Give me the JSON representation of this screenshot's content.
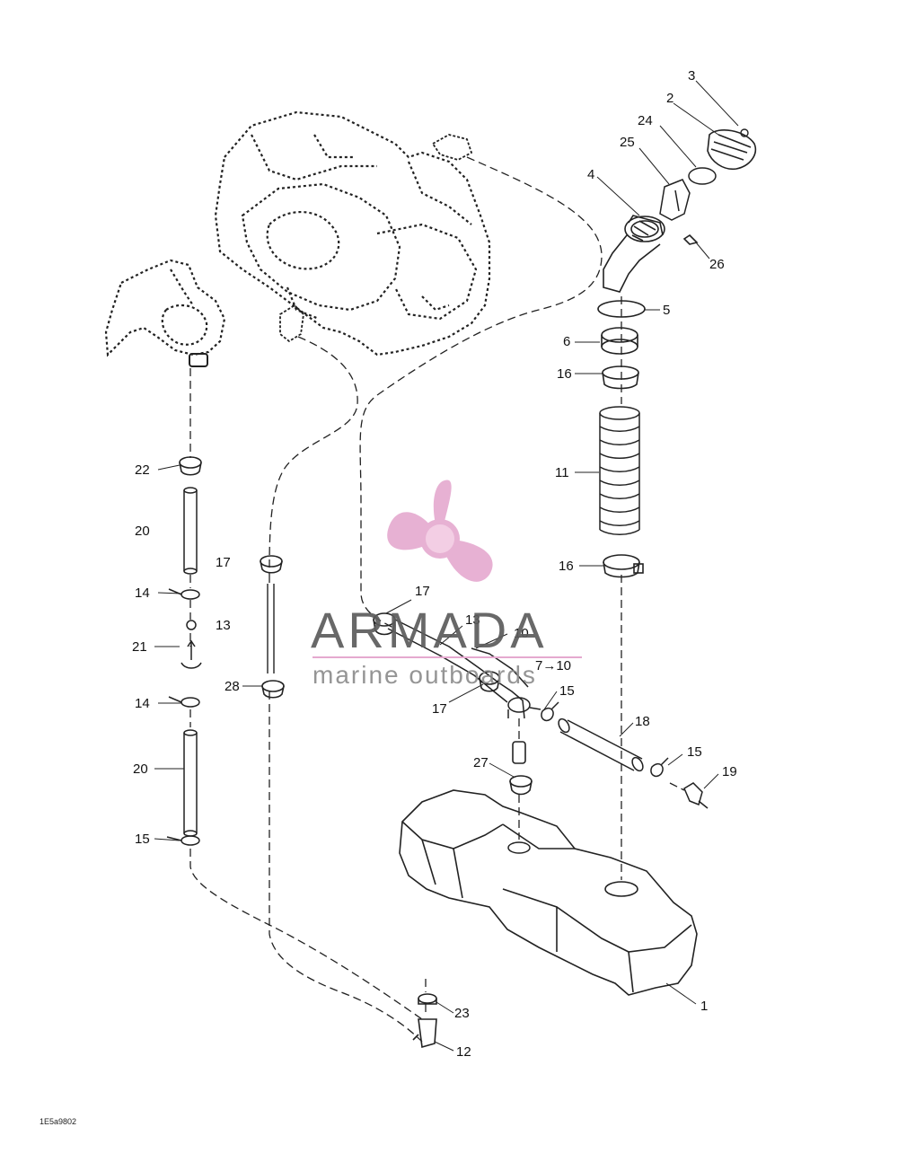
{
  "parts": [
    {
      "key": "p3",
      "num": "3"
    },
    {
      "key": "p2",
      "num": "2"
    },
    {
      "key": "p24",
      "num": "24"
    },
    {
      "key": "p25",
      "num": "25"
    },
    {
      "key": "p4",
      "num": "4"
    },
    {
      "key": "p26",
      "num": "26"
    },
    {
      "key": "p5",
      "num": "5"
    },
    {
      "key": "p6",
      "num": "6"
    },
    {
      "key": "p16a",
      "num": "16"
    },
    {
      "key": "p11",
      "num": "11"
    },
    {
      "key": "p16b",
      "num": "16"
    },
    {
      "key": "p22",
      "num": "22"
    },
    {
      "key": "p20a",
      "num": "20"
    },
    {
      "key": "p17a",
      "num": "17"
    },
    {
      "key": "p14a",
      "num": "14"
    },
    {
      "key": "p13a",
      "num": "13"
    },
    {
      "key": "p21",
      "num": "21"
    },
    {
      "key": "p28",
      "num": "28"
    },
    {
      "key": "p14b",
      "num": "14"
    },
    {
      "key": "p20b",
      "num": "20"
    },
    {
      "key": "p15a",
      "num": "15"
    },
    {
      "key": "p17b",
      "num": "17"
    },
    {
      "key": "p13b",
      "num": "13"
    },
    {
      "key": "p10",
      "num": "10"
    },
    {
      "key": "p7to10",
      "num": "7→10"
    },
    {
      "key": "p15b",
      "num": "15"
    },
    {
      "key": "p17c",
      "num": "17"
    },
    {
      "key": "p18",
      "num": "18"
    },
    {
      "key": "p15c",
      "num": "15"
    },
    {
      "key": "p27",
      "num": "27"
    },
    {
      "key": "p19",
      "num": "19"
    },
    {
      "key": "p1",
      "num": "1"
    },
    {
      "key": "p23",
      "num": "23"
    },
    {
      "key": "p12",
      "num": "12"
    }
  ],
  "figure_code": "1E5a9802",
  "watermark": {
    "brand": "ARMADA",
    "tagline": "marine outboards",
    "accent_color": "#e5a9cf",
    "text_color": "#5c5c5c"
  },
  "colors": {
    "line": "#222222",
    "background": "#ffffff"
  }
}
